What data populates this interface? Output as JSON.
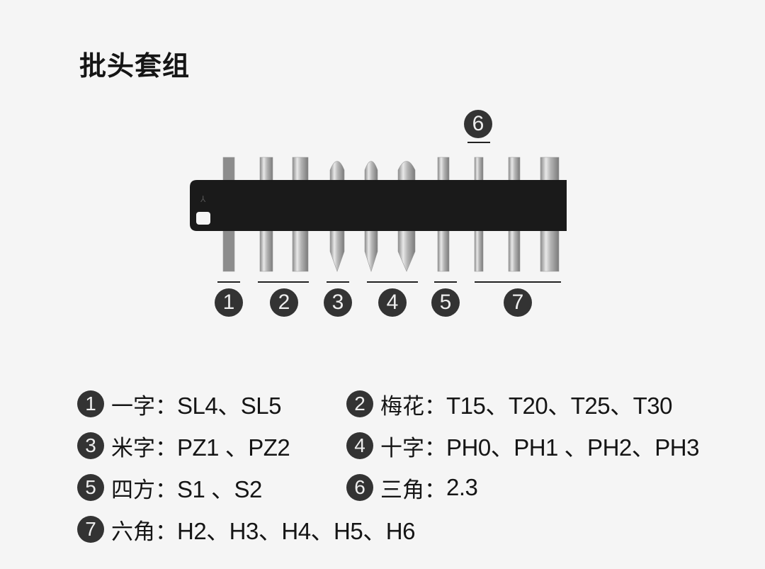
{
  "title": "批头套组",
  "diagram": {
    "labels": [
      "1",
      "2",
      "3",
      "4",
      "5",
      "6",
      "7"
    ]
  },
  "legend": [
    {
      "num": "1",
      "name": "一字：",
      "value": "SL4、SL5"
    },
    {
      "num": "2",
      "name": "梅花：",
      "value": "T15、T20、T25、T30"
    },
    {
      "num": "3",
      "name": "米字：",
      "value": "PZ1 、PZ2"
    },
    {
      "num": "4",
      "name": "十字：",
      "value": "PH0、PH1 、PH2、PH3"
    },
    {
      "num": "5",
      "name": "四方：",
      "value": "S1 、S2"
    },
    {
      "num": "6",
      "name": "三角：",
      "value": "2.3"
    },
    {
      "num": "7",
      "name": "六角：",
      "value": "H2、H3、H4、H5、H6"
    }
  ],
  "colors": {
    "badge": "#333333",
    "holder": "#1a1a1a",
    "background": "#f5f5f5"
  }
}
